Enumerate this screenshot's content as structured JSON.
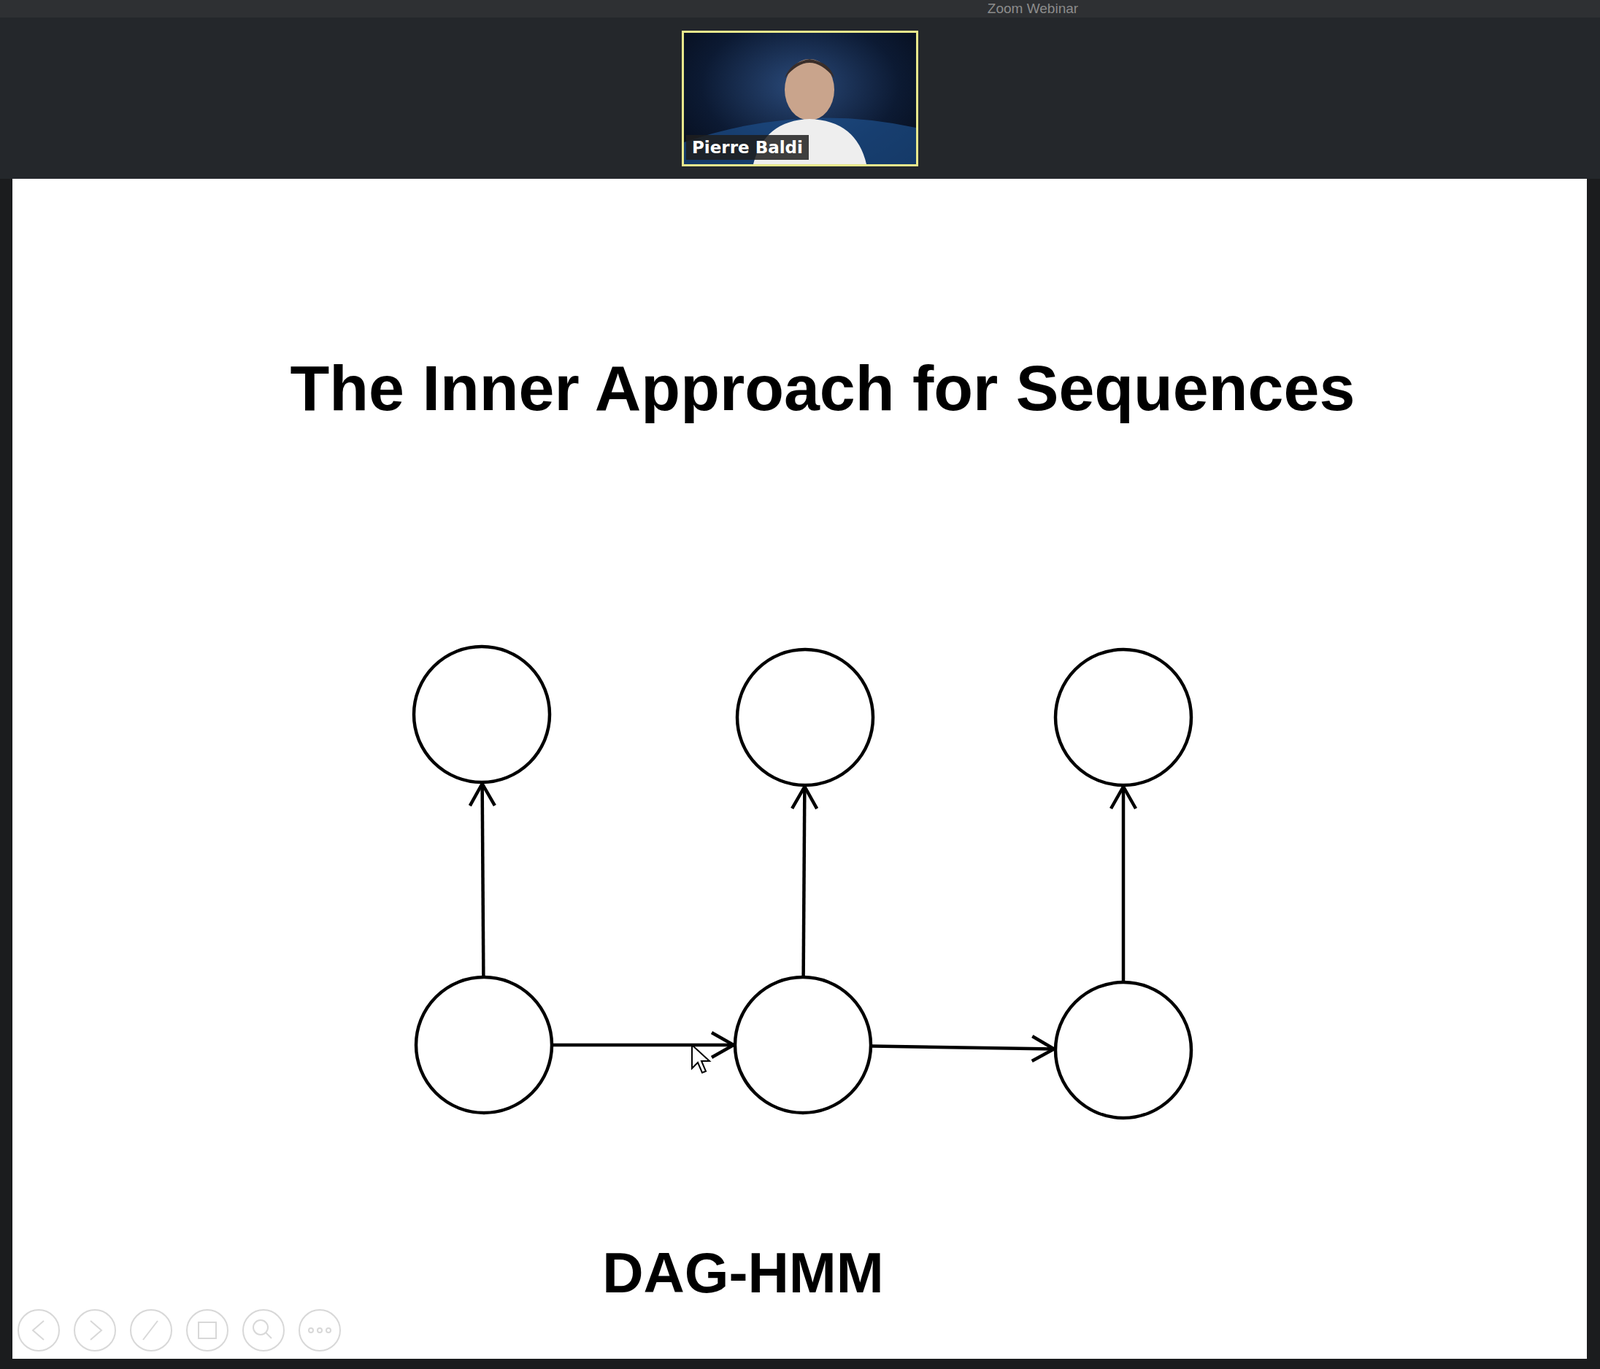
{
  "diagram": {
    "title": "The Inner Approach for Sequences",
    "caption": "DAG-HMM",
    "nodes": [
      {
        "text": []
      },
      {
        "text": []
      },
      {
        "text": []
      },
      {
        "text": []
      },
      {
        "text": []
      },
      {
        "text": []
      }
    ],
    "edges": [
      {
        "from": 3,
        "to": 0,
        "arrow": "to"
      },
      {
        "from": 4,
        "to": 1,
        "arrow": "to"
      },
      {
        "from": 5,
        "to": 2,
        "arrow": "to"
      },
      {
        "from": 3,
        "to": 4,
        "arrow": "to"
      },
      {
        "from": 4,
        "to": 5,
        "arrow": "to"
      }
    ],
    "labels": [
      "Zoom Webinar",
      "Pierre Baldi"
    ]
  }
}
